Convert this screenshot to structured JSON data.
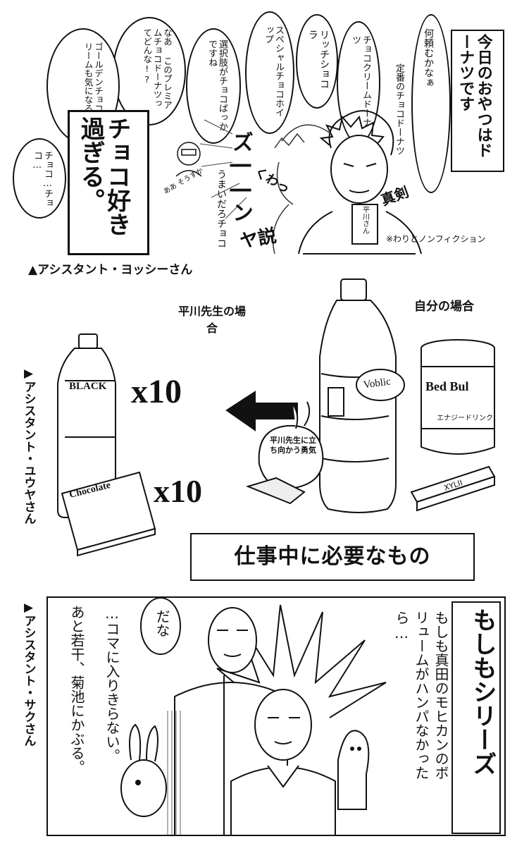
{
  "panel1": {
    "title_box": "今日のおやつはドーナツです",
    "bubbles": [
      "何頼むかなぁ",
      "定番のチョコドーナツ",
      "チョコクリームドーナツ",
      "リッチショコラ",
      "スペシャルチョコホイップ",
      "選択肢がチョコばっかですね",
      "なあ このプレミアムチョコドーナツってどんな!?",
      "ゴールデンチョコクリームも気になる",
      "チョコ…チョコ…"
    ],
    "big_caption": "チョコ好き過ぎる。",
    "sfx_zun": "ズ――ン",
    "sfx_kuwa": "くわっ",
    "sfx_shinken": "真剣",
    "sfx_yasetsu": "ヤ説",
    "sfx_umai": "うまいだろチョコ",
    "small_side": "ああ そうすか",
    "name_tag": "平川さん",
    "note": "※わりとノンフィクション",
    "credit": "▲アシスタント・ヨッシーさん"
  },
  "panel2": {
    "credit": "▶アシスタント・ユウヤさん",
    "label_hirakawa": "平川先生の場合",
    "label_self": "自分の場合",
    "black_label": "BLACK",
    "choco_label": "Chocolate",
    "times_black": "x10",
    "times_choco": "x10",
    "bottle_label": "Voblic",
    "can_label": "Bed Bul",
    "can_sub": "エナジードリンク",
    "gum_label": "XYLII",
    "note_bubble": "平川先生に立ち向かう勇気",
    "caption": "仕事中に必要なもの"
  },
  "panel3": {
    "credit": "▶アシスタント・サクさん",
    "title": "もしもシリーズ",
    "line1": "もしも真田のモヒカンのボリュームがハンパなかったら…",
    "bubble_dana": "だな",
    "narr1": "…コマに入りきらない。",
    "narr2": "あと若干、菊池にかぶる。"
  }
}
